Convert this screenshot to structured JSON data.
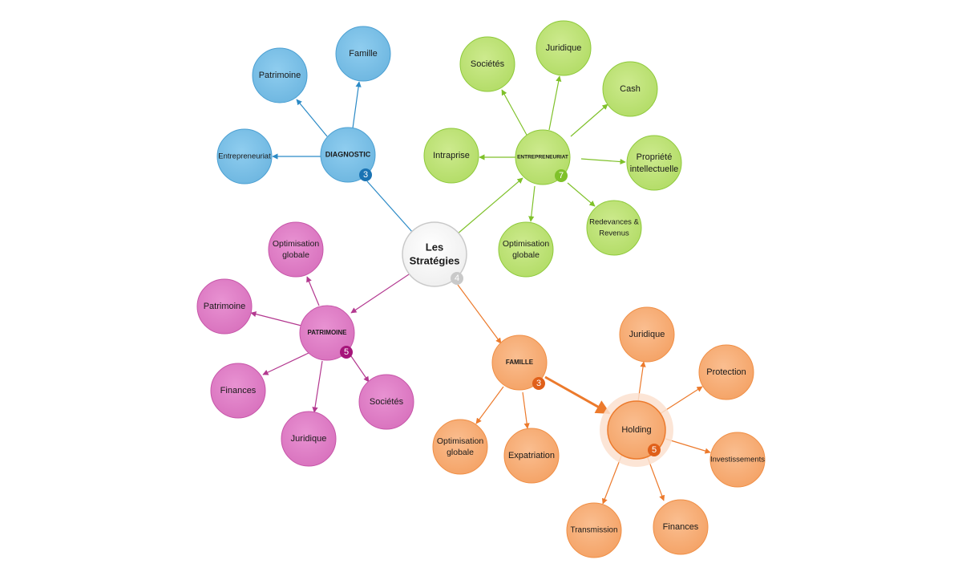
{
  "mindmap": {
    "root": {
      "label": "Les Stratégies",
      "count": "4"
    },
    "branches": {
      "diagnostic": {
        "label": "DIAGNOSTIC",
        "count": "3",
        "children": [
          "Famille",
          "Patrimoine",
          "Entrepreneuriat"
        ]
      },
      "entrepreneuriat": {
        "label": "ENTREPRENEURIAT",
        "count": "7",
        "children": [
          "Sociétés",
          "Juridique",
          "Cash",
          "Intraprise",
          "Propriété intellectuelle",
          "Redevances & Revenus",
          "Optimisation globale"
        ]
      },
      "patrimoine": {
        "label": "PATRIMOINE",
        "count": "5",
        "children": [
          "Optimisation globale",
          "Patrimoine",
          "Finances",
          "Juridique",
          "Sociétés"
        ]
      },
      "famille": {
        "label": "FAMILLE",
        "count": "3",
        "children": [
          "Optimisation globale",
          "Expatriation",
          "Holding"
        ]
      },
      "holding": {
        "label": "Holding",
        "count": "5",
        "children": [
          "Juridique",
          "Protection",
          "Investissements",
          "Transmission",
          "Finances"
        ]
      }
    }
  },
  "colors": {
    "blue_fill": "#7ec2e8",
    "blue_stroke": "#2b8ac6",
    "green_fill": "#bfe37a",
    "green_stroke": "#7fc12a",
    "pink_fill": "#e07fc7",
    "pink_stroke": "#b3388f",
    "orange_fill": "#f8b07a",
    "orange_stroke": "#ec7a2c",
    "root_fill": "#ffffff",
    "root_stroke": "#c9c9c9"
  }
}
